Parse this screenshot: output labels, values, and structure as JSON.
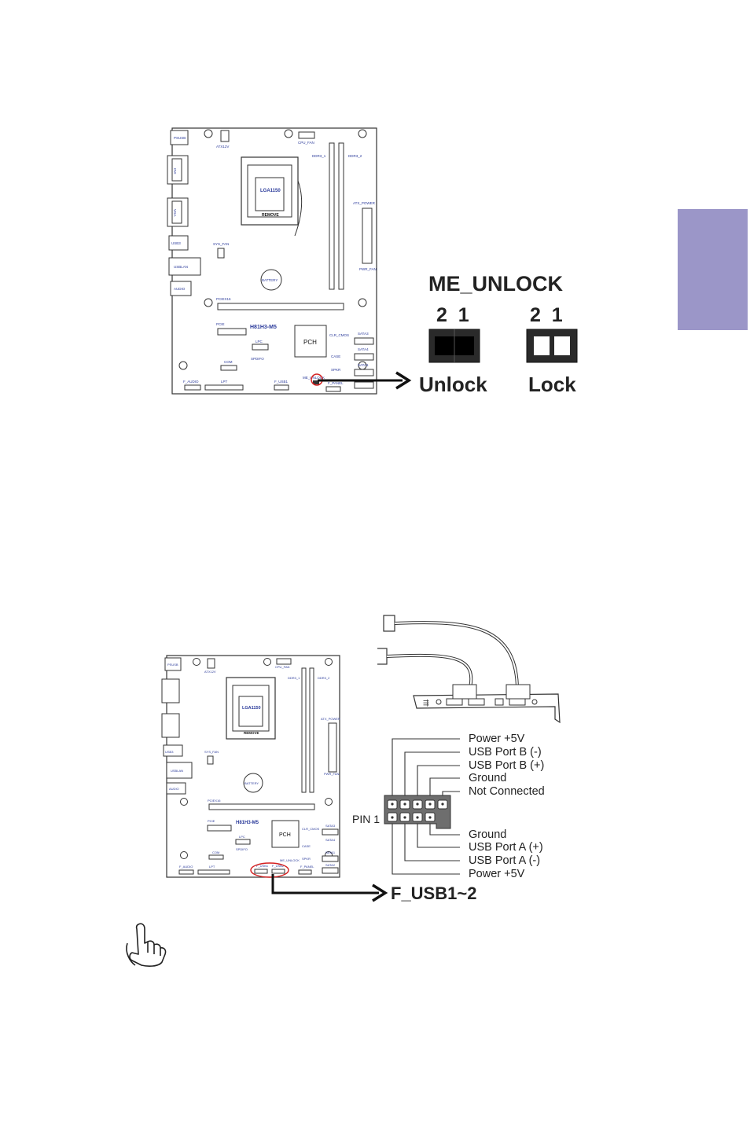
{
  "side_tab": {
    "color": "#9b96c8"
  },
  "board1": {
    "model": "H81H3-M5",
    "socket": "LGA1150",
    "remove": "REMOVE",
    "pch": "PCH",
    "battery": "BATTERY",
    "labels": {
      "ps2usb": "PSUSB",
      "atx12v": "ATX12V",
      "cpu_fan": "CPU_FAN",
      "ddr3_1": "DDR3_1",
      "ddr3_2": "DDR3_2",
      "atx_power": "ATX_POWER",
      "sys_fan": "SYS_FAN",
      "pwr_fan": "PWR_FAN",
      "usb3": "USB3",
      "usblan": "USBLAN",
      "audio": "AUDIO",
      "pciex16": "PCIEX16",
      "pcie": "PCIE",
      "lpc": "LPC",
      "com": "COM",
      "spdifo": "SPDIFO",
      "clr_cmos": "CLR_CMOS",
      "sata3": "SATA3",
      "sata4": "SATA4",
      "sata1": "SATA1",
      "sata2": "SATA2",
      "case": "CASE",
      "spkr": "SPKR",
      "f_audio": "F_AUDIO",
      "lpt": "LPT",
      "f_usb1": "F_USB1",
      "f_usb2": "F_USB2",
      "me_unlock": "ME_UNLOCK",
      "f_panel": "F_PANEL",
      "dvi": "DVI",
      "vga": "VGA"
    }
  },
  "me_unlock": {
    "title": "ME_UNLOCK",
    "unlock": {
      "pins": "2  1",
      "caption": "Unlock"
    },
    "lock": {
      "pins": "2  1",
      "caption": "Lock"
    }
  },
  "f_usb": {
    "title": "F_USB1~2",
    "pin1": "PIN 1",
    "top_labels": [
      "Power +5V",
      "USB Port B (-)",
      "USB Port B (+)",
      "Ground",
      "Not Connected"
    ],
    "bottom_labels": [
      "Ground",
      "USB Port A (+)",
      "USB Port A (-)",
      "Power +5V"
    ]
  },
  "note_icon": "pointing-hand-icon"
}
